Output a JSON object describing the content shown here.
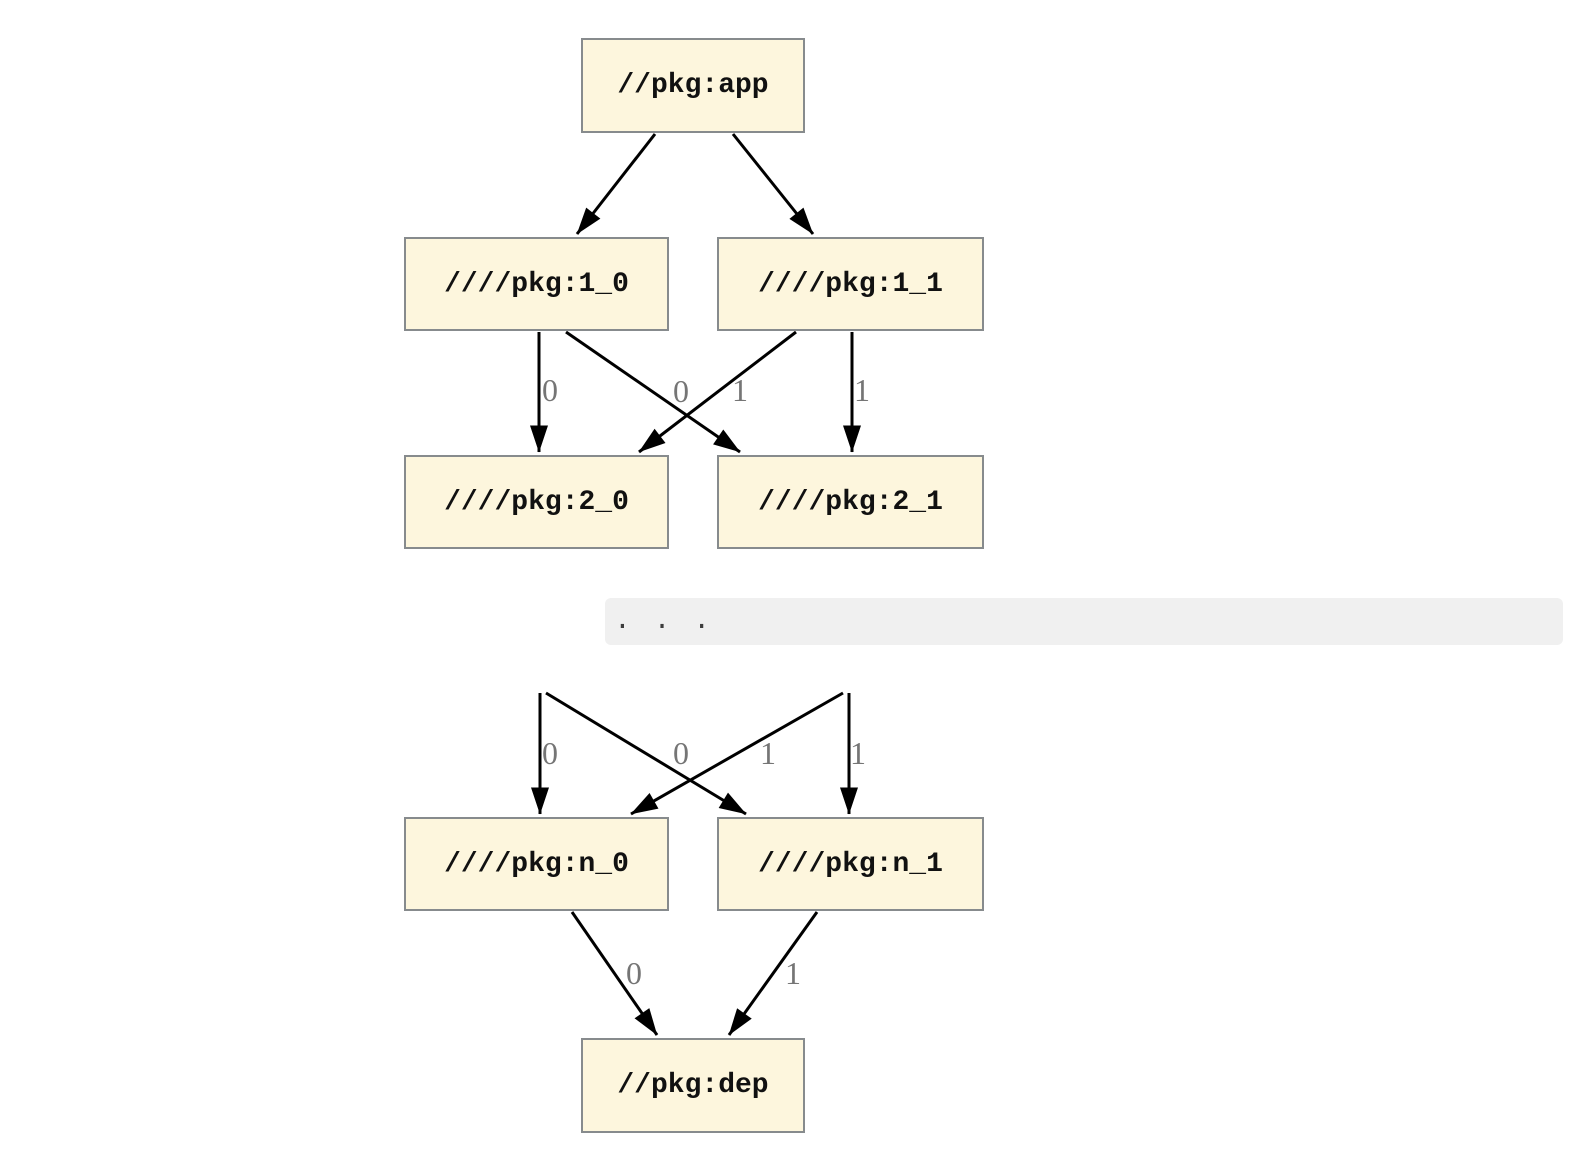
{
  "diagram": {
    "type": "dependency-graph",
    "nodes": {
      "app": {
        "label": "//pkg:app"
      },
      "l1_0": {
        "label": "////pkg:1_0"
      },
      "l1_1": {
        "label": "////pkg:1_1"
      },
      "l2_0": {
        "label": "////pkg:2_0"
      },
      "l2_1": {
        "label": "////pkg:2_1"
      },
      "ln_0": {
        "label": "////pkg:n_0"
      },
      "ln_1": {
        "label": "////pkg:n_1"
      },
      "dep": {
        "label": "//pkg:dep"
      }
    },
    "edges": [
      {
        "from": "app",
        "to": "1_0",
        "label": null
      },
      {
        "from": "app",
        "to": "1_1",
        "label": null
      },
      {
        "from": "1_0",
        "to": "2_0",
        "label": "0"
      },
      {
        "from": "1_0",
        "to": "2_1",
        "label": "0"
      },
      {
        "from": "1_1",
        "to": "2_0",
        "label": "1"
      },
      {
        "from": "1_1",
        "to": "2_1",
        "label": "1"
      },
      {
        "from": "(n-1)_0",
        "to": "n_0",
        "label": "0"
      },
      {
        "from": "(n-1)_0",
        "to": "n_1",
        "label": "0"
      },
      {
        "from": "(n-1)_1",
        "to": "n_0",
        "label": "1"
      },
      {
        "from": "(n-1)_1",
        "to": "n_1",
        "label": "1"
      },
      {
        "from": "n_0",
        "to": "dep",
        "label": "0"
      },
      {
        "from": "n_1",
        "to": "dep",
        "label": "1"
      }
    ],
    "separator": {
      "text": ".  .  ."
    },
    "colors": {
      "node_fill": "#fdf6dd",
      "node_border": "#878b8d",
      "node_text": "#111111",
      "edge": "#000000",
      "edge_label": "#757575",
      "separator_bg": "#f0f0f0",
      "separator_text": "#3d3d3d"
    }
  }
}
